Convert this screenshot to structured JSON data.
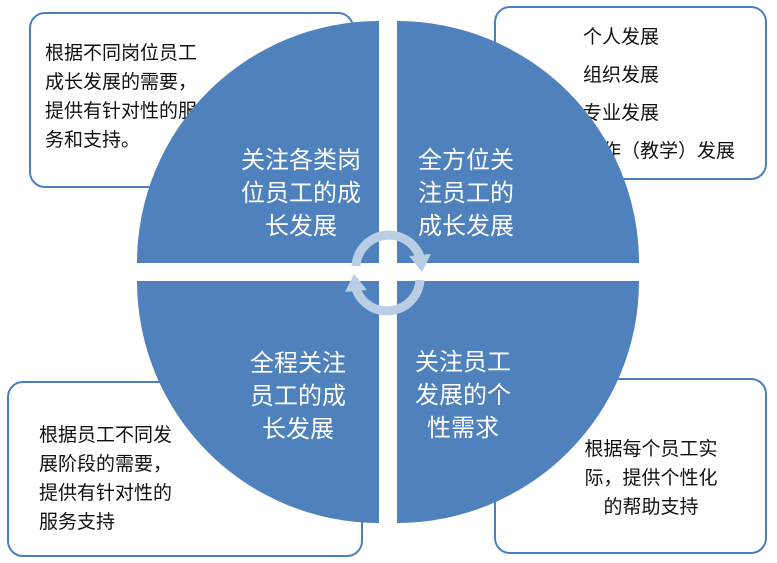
{
  "quadrants": {
    "top_left": [
      "关注各类岗",
      "位员工的成",
      "长发展"
    ],
    "top_right": [
      "全方位关",
      "注员工的",
      "成长发展"
    ],
    "bottom_left": [
      "全程关注",
      "员工的成",
      "长发展"
    ],
    "bottom_right": [
      "关注员工",
      "发展的个",
      "性需求"
    ]
  },
  "boxes": {
    "top_left": [
      "根据不同岗位员工",
      "成长发展的需要，",
      "提供有针对性的服",
      "务和支持。"
    ],
    "top_right": [
      "个人发展",
      "组织发展",
      "专业发展",
      "工作（教学）发展"
    ],
    "bottom_left": [
      "根据员工不同发",
      "展阶段的需要，",
      "提供有针对性的",
      "服务支持"
    ],
    "bottom_right": [
      "根据每个员工实",
      "际，提供个性化",
      "的帮助支持"
    ]
  },
  "colors": {
    "quadrant_fill": "#4f81bd",
    "box_border": "#4a7fc0",
    "arrow_fill": "#b9cde5"
  }
}
